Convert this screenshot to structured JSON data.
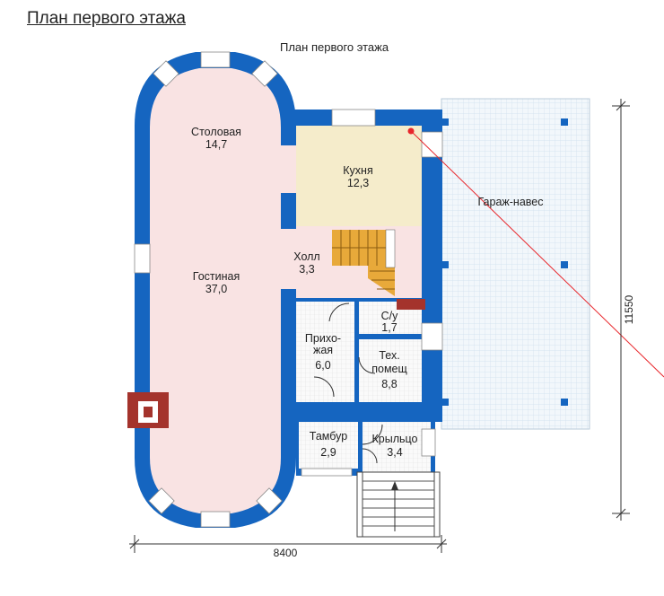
{
  "heading": "План первого этажа",
  "plan_title": "План первого этажа",
  "rooms": {
    "dining": {
      "name": "Столовая",
      "area": "14,7"
    },
    "kitchen": {
      "name": "Кухня",
      "area": "12,3"
    },
    "living": {
      "name": "Гостиная",
      "area": "37,0"
    },
    "hall": {
      "name": "Холл",
      "area": "3,3"
    },
    "wc": {
      "name": "С/у",
      "area": "1,7"
    },
    "hallway": {
      "name_1": "Прихо-",
      "name_2": "жая",
      "area": "6,0"
    },
    "tech": {
      "name_1": "Тех.",
      "name_2": "помещ",
      "area": "8,8"
    },
    "vestibule": {
      "name": "Тамбур",
      "area": "2,9"
    },
    "porch": {
      "name": "Крыльцо",
      "area": "3,4"
    },
    "garage": {
      "name": "Гараж-навес"
    }
  },
  "dimensions": {
    "width": "8400",
    "depth": "11550"
  },
  "colors": {
    "wall": "#1565c0",
    "room": "#f9e3e3",
    "kitchen": "#f5eccb",
    "garage_grid": "#cfe0ee",
    "stairs": "#e8a93a",
    "fireplace": "#a4332c",
    "guide": "#e8262b"
  }
}
